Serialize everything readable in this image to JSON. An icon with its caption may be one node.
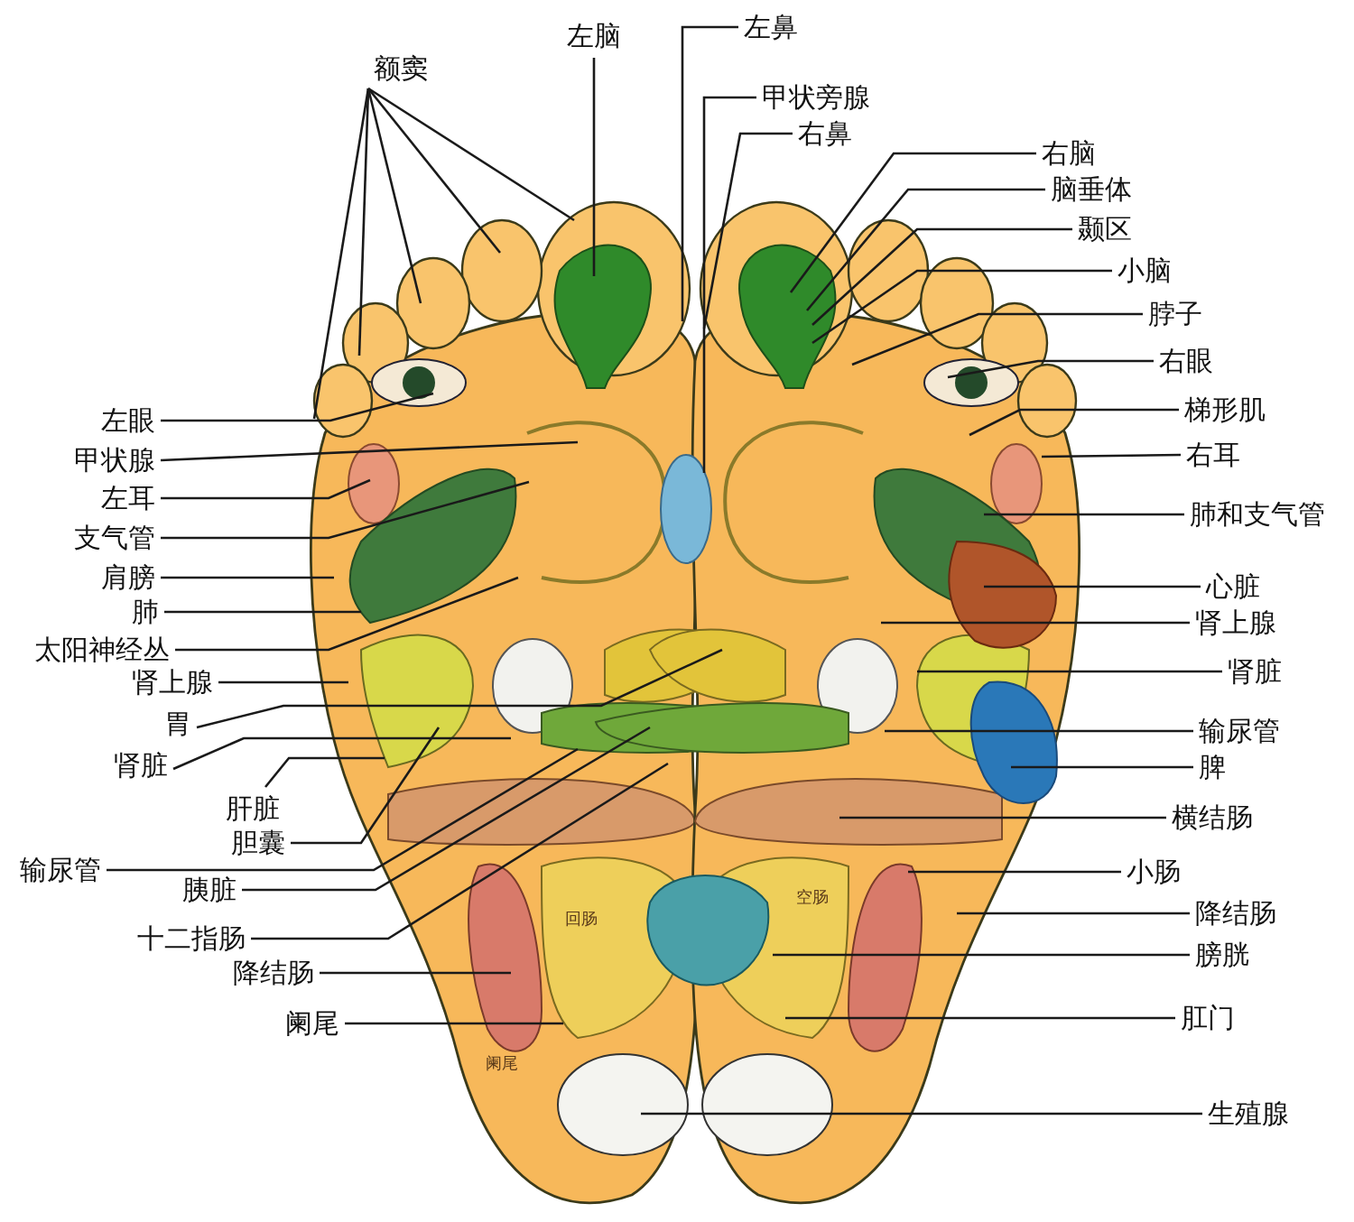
{
  "diagram": {
    "nodes": [
      {
        "text": [
          "额窦"
        ]
      },
      {
        "text": [
          "左脑"
        ]
      },
      {
        "text": [
          "左鼻"
        ]
      },
      {
        "text": [
          "甲状旁腺"
        ]
      },
      {
        "text": [
          "右鼻"
        ]
      },
      {
        "text": [
          "右脑"
        ]
      },
      {
        "text": [
          "脑垂体"
        ]
      },
      {
        "text": [
          "颞区"
        ]
      },
      {
        "text": [
          "小脑"
        ]
      },
      {
        "text": [
          "脖子"
        ]
      },
      {
        "text": [
          "右眼"
        ]
      },
      {
        "text": [
          "梯形肌"
        ]
      },
      {
        "text": [
          "右耳"
        ]
      },
      {
        "text": [
          "肺和支气管"
        ]
      },
      {
        "text": [
          "心脏"
        ]
      },
      {
        "text": [
          "肾上腺"
        ]
      },
      {
        "text": [
          "肾脏"
        ]
      },
      {
        "text": [
          "输尿管"
        ]
      },
      {
        "text": [
          "脾"
        ]
      },
      {
        "text": [
          "横结肠"
        ]
      },
      {
        "text": [
          "小肠"
        ]
      },
      {
        "text": [
          "降结肠"
        ]
      },
      {
        "text": [
          "膀胱"
        ]
      },
      {
        "text": [
          "肛门"
        ]
      },
      {
        "text": [
          "生殖腺"
        ]
      },
      {
        "text": [
          "左眼"
        ]
      },
      {
        "text": [
          "甲状腺"
        ]
      },
      {
        "text": [
          "左耳"
        ]
      },
      {
        "text": [
          "支气管"
        ]
      },
      {
        "text": [
          "肩膀"
        ]
      },
      {
        "text": [
          "肺"
        ]
      },
      {
        "text": [
          "太阳神经丛"
        ]
      },
      {
        "text": [
          "肾上腺"
        ]
      },
      {
        "text": [
          "胃"
        ]
      },
      {
        "text": [
          "肾脏"
        ]
      },
      {
        "text": [
          "肝脏"
        ]
      },
      {
        "text": [
          "胆囊"
        ]
      },
      {
        "text": [
          "输尿管"
        ]
      },
      {
        "text": [
          "胰脏"
        ]
      },
      {
        "text": [
          "十二指肠"
        ]
      },
      {
        "text": [
          "降结肠"
        ]
      },
      {
        "text": [
          "阑尾"
        ]
      }
    ],
    "edges": [
      {
        "from": 0,
        "to": null,
        "arrow": "none"
      },
      {
        "from": 0,
        "to": null,
        "arrow": "none"
      },
      {
        "from": 0,
        "to": null,
        "arrow": "none"
      },
      {
        "from": 0,
        "to": null,
        "arrow": "none"
      },
      {
        "from": 0,
        "to": null,
        "arrow": "none"
      },
      {
        "from": 1,
        "to": null,
        "arrow": "none"
      },
      {
        "from": 2,
        "to": null,
        "arrow": "none"
      },
      {
        "from": 3,
        "to": null,
        "arrow": "none"
      },
      {
        "from": 4,
        "to": null,
        "arrow": "none"
      },
      {
        "from": 5,
        "to": null,
        "arrow": "none"
      },
      {
        "from": 6,
        "to": null,
        "arrow": "none"
      },
      {
        "from": 7,
        "to": null,
        "arrow": "none"
      },
      {
        "from": 8,
        "to": null,
        "arrow": "none"
      },
      {
        "from": 9,
        "to": null,
        "arrow": "none"
      },
      {
        "from": 10,
        "to": null,
        "arrow": "none"
      },
      {
        "from": 11,
        "to": null,
        "arrow": "none"
      },
      {
        "from": 12,
        "to": null,
        "arrow": "none"
      },
      {
        "from": 13,
        "to": null,
        "arrow": "none"
      },
      {
        "from": 14,
        "to": null,
        "arrow": "none"
      },
      {
        "from": 15,
        "to": null,
        "arrow": "none"
      },
      {
        "from": 16,
        "to": null,
        "arrow": "none"
      },
      {
        "from": 17,
        "to": null,
        "arrow": "none"
      },
      {
        "from": 18,
        "to": null,
        "arrow": "none"
      },
      {
        "from": 19,
        "to": null,
        "arrow": "none"
      },
      {
        "from": 20,
        "to": null,
        "arrow": "none"
      },
      {
        "from": 21,
        "to": null,
        "arrow": "none"
      },
      {
        "from": 22,
        "to": null,
        "arrow": "none"
      },
      {
        "from": 23,
        "to": null,
        "arrow": "none"
      },
      {
        "from": 24,
        "to": null,
        "arrow": "none"
      },
      {
        "from": 25,
        "to": null,
        "arrow": "none"
      },
      {
        "from": 26,
        "to": null,
        "arrow": "none"
      },
      {
        "from": 27,
        "to": null,
        "arrow": "none"
      },
      {
        "from": 28,
        "to": null,
        "arrow": "none"
      },
      {
        "from": 29,
        "to": null,
        "arrow": "none"
      },
      {
        "from": 30,
        "to": null,
        "arrow": "none"
      },
      {
        "from": 31,
        "to": null,
        "arrow": "none"
      },
      {
        "from": 32,
        "to": null,
        "arrow": "none"
      },
      {
        "from": 33,
        "to": null,
        "arrow": "none"
      },
      {
        "from": 34,
        "to": null,
        "arrow": "none"
      },
      {
        "from": 35,
        "to": null,
        "arrow": "none"
      },
      {
        "from": 36,
        "to": null,
        "arrow": "none"
      },
      {
        "from": 37,
        "to": null,
        "arrow": "none"
      },
      {
        "from": 38,
        "to": null,
        "arrow": "none"
      },
      {
        "from": 39,
        "to": null,
        "arrow": "none"
      },
      {
        "from": 40,
        "to": null,
        "arrow": "none"
      },
      {
        "from": 41,
        "to": null,
        "arrow": "none"
      }
    ],
    "labels": [
      "回肠",
      "空肠",
      "阑尾"
    ]
  }
}
